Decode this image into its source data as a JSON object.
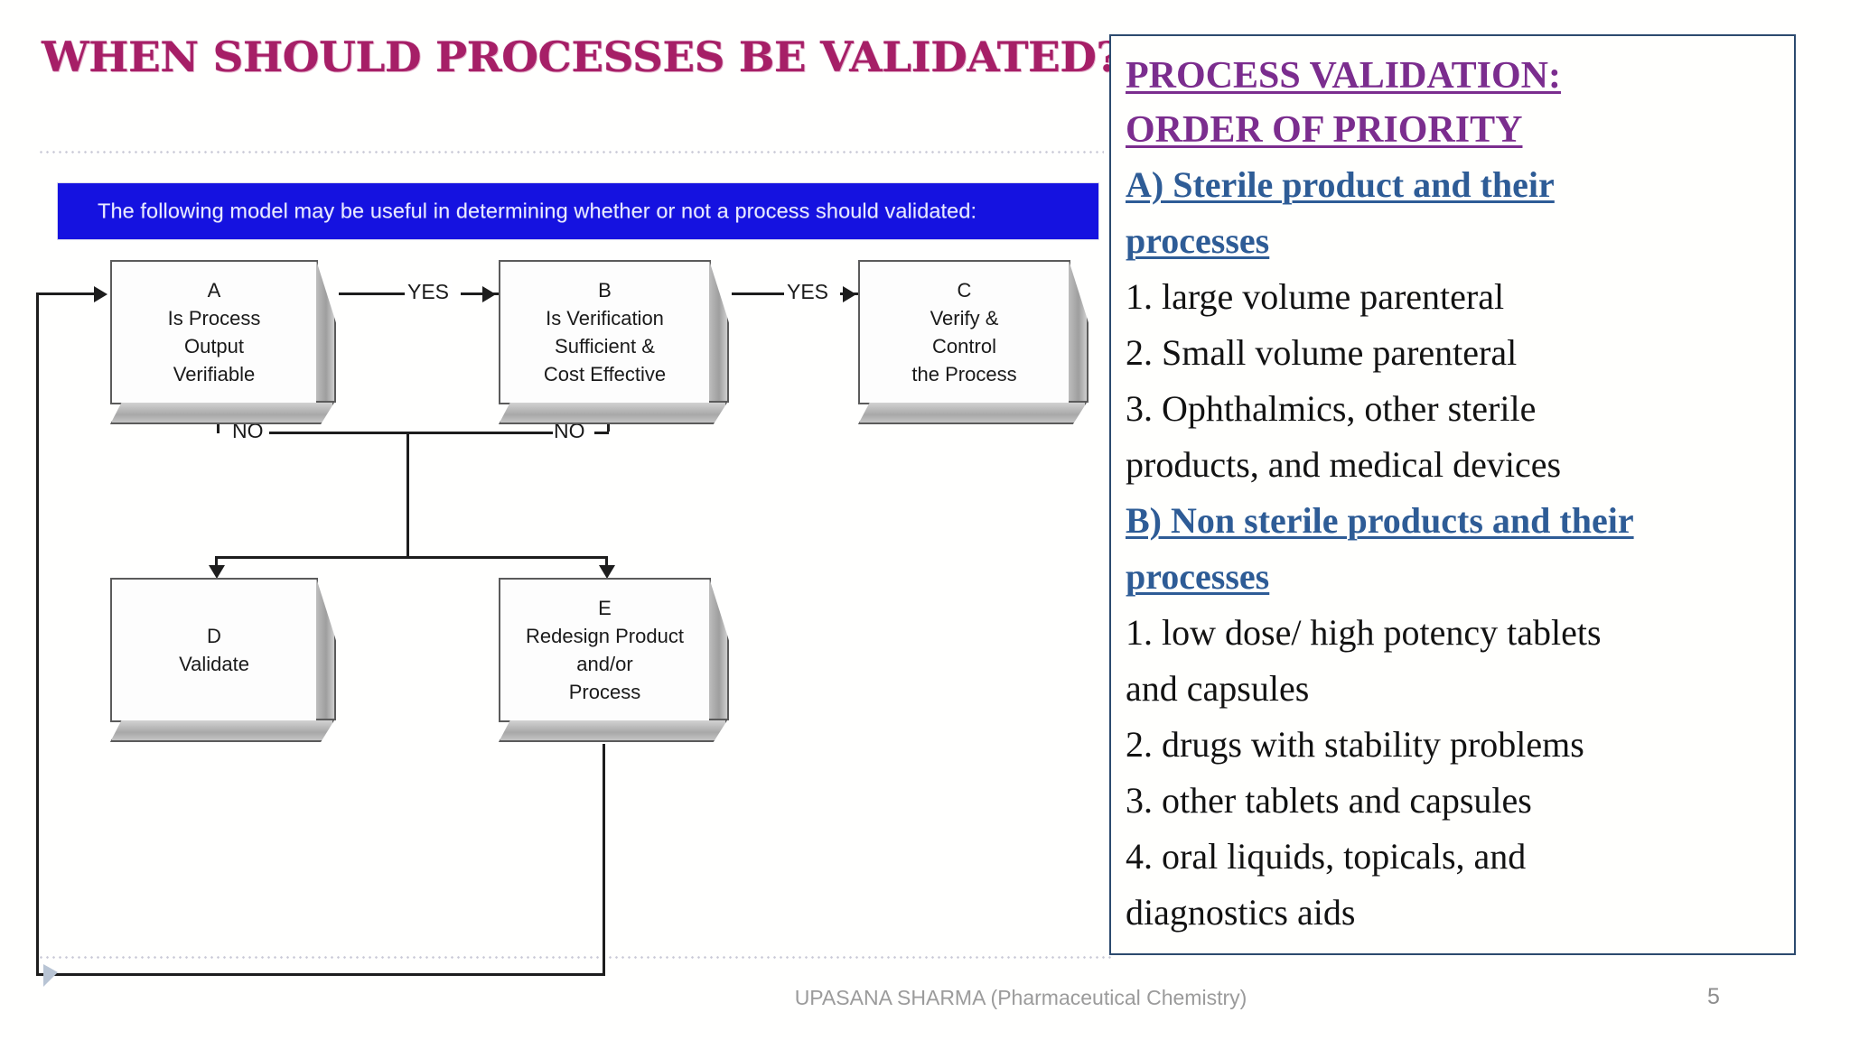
{
  "slide": {
    "title": "WHEN SHOULD PROCESSES BE VALIDATED?",
    "banner_text": "The following model may be useful in determining whether or not a process should validated:",
    "footer": "UPASANA SHARMA (Pharmaceutical Chemistry)",
    "page_number": "5"
  },
  "colors": {
    "title": "#a61f67",
    "banner_bg": "#1512e0",
    "panel_border": "#2c4a6e",
    "panel_heading": "#7b2d8e",
    "panel_subheading": "#2e5c96",
    "footer_text": "#9b9b9b"
  },
  "flowchart": {
    "nodes": [
      {
        "id": "A",
        "label": "A\nIs Process\nOutput\nVerifiable"
      },
      {
        "id": "B",
        "label": "B\nIs Verification\nSufficient &\nCost Effective"
      },
      {
        "id": "C",
        "label": "C\nVerify &\nControl\nthe Process"
      },
      {
        "id": "D",
        "label": "D\nValidate"
      },
      {
        "id": "E",
        "label": "E\nRedesign Product\nand/or\nProcess"
      }
    ],
    "edges": [
      {
        "from": "A",
        "to": "B",
        "label": "YES"
      },
      {
        "from": "B",
        "to": "C",
        "label": "YES"
      },
      {
        "from": "A",
        "to": "D",
        "label": "NO"
      },
      {
        "from": "B",
        "to": "E",
        "label": "NO"
      },
      {
        "from": "E",
        "to": "A",
        "label": ""
      }
    ],
    "edge_labels": {
      "yes_ab": "YES",
      "yes_bc": "YES",
      "no_a": "NO",
      "no_b": "NO"
    }
  },
  "panel": {
    "heading_line1": "PROCESS VALIDATION:",
    "heading_line2": "ORDER OF PRIORITY",
    "sections": [
      {
        "heading_line1": " A) Sterile product and their",
        "heading_line2": "processes",
        "items": [
          " 1. large volume parenteral",
          "2. Small volume parenteral",
          " 3. Ophthalmics, other sterile",
          "products, and medical devices"
        ]
      },
      {
        "heading_line1": " B) Non sterile products and their",
        "heading_line2": "processes",
        "items": [
          " 1. low dose/ high potency tablets",
          "and capsules",
          "2. drugs with stability problems",
          " 3. other tablets and capsules",
          " 4. oral liquids, topicals, and",
          "diagnostics aids"
        ]
      }
    ]
  }
}
